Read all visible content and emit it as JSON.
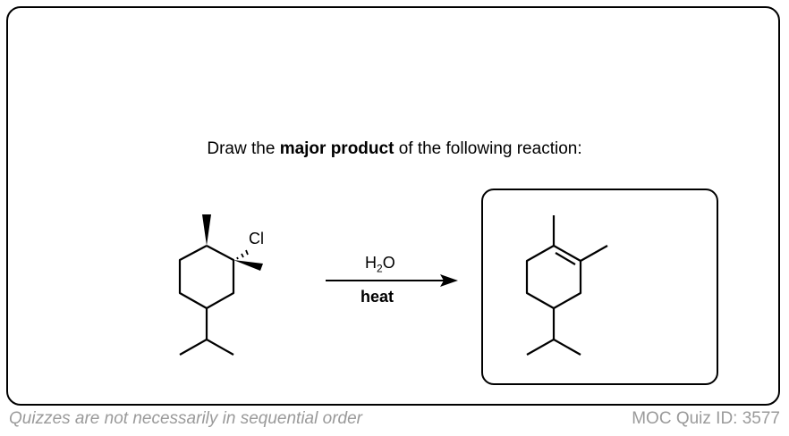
{
  "question": {
    "prefix": "Draw the ",
    "emphasis": "major product",
    "suffix": " of the following reaction:"
  },
  "reaction": {
    "reagent_parts": [
      "H",
      "2",
      "O"
    ],
    "condition": "heat",
    "substituent_label": "Cl"
  },
  "footer": {
    "note": "Quizzes are not necessarily in sequential order",
    "quiz_id": "MOC Quiz ID: 3577"
  }
}
